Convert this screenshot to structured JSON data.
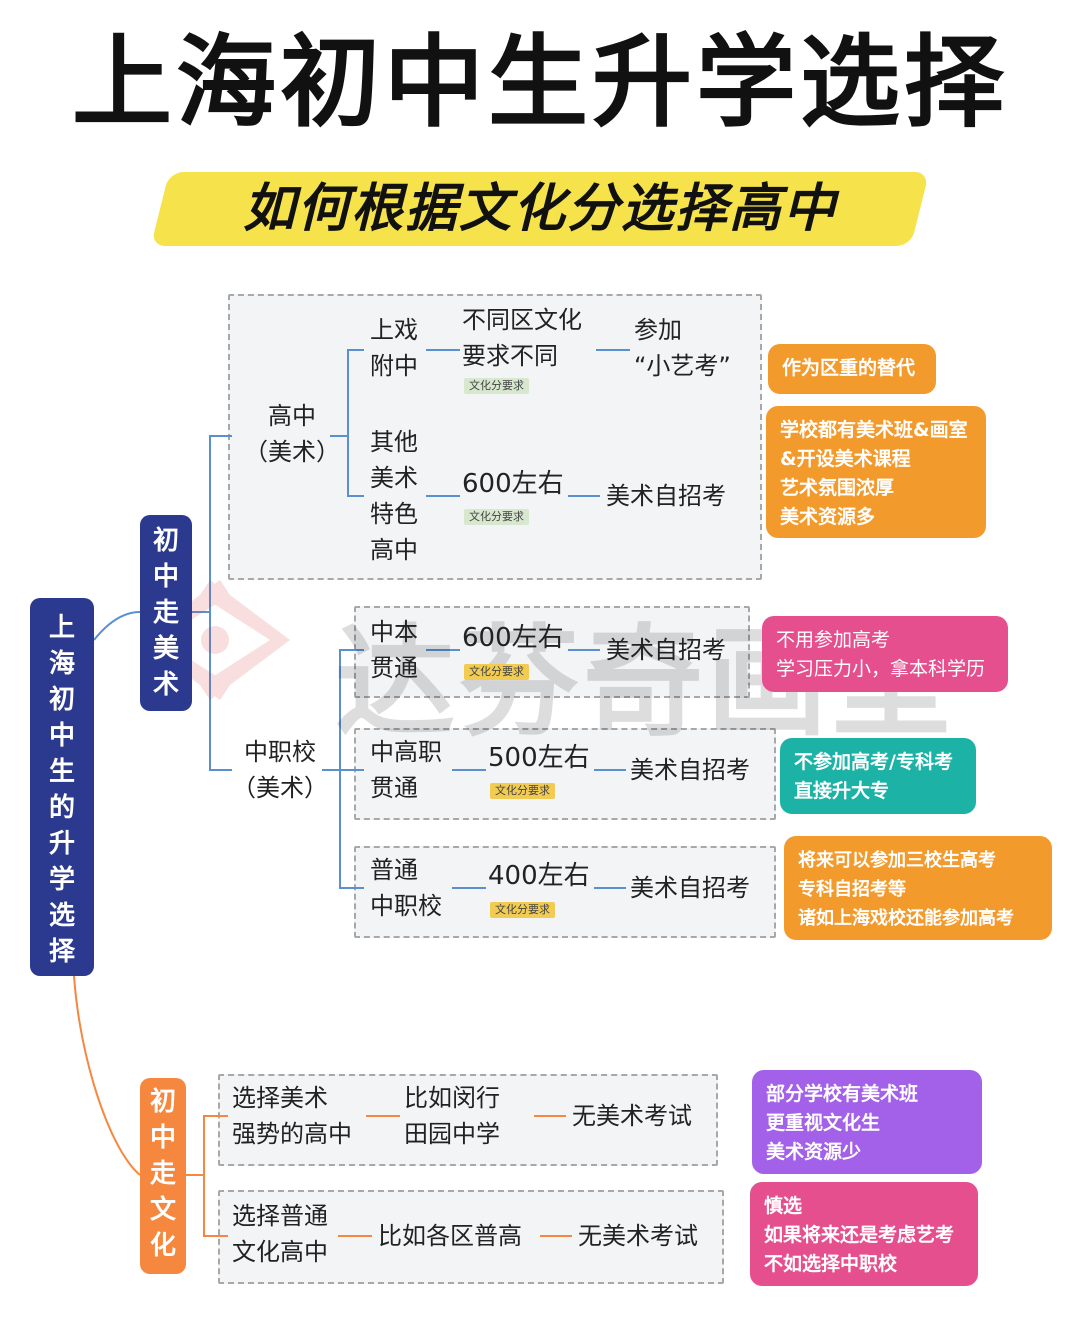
{
  "title": "上海初中生升学选择",
  "subtitle": "如何根据文化分选择高中",
  "watermark": "达芬奇画室",
  "root": "上海初中生的升学选择",
  "art_branch": "初中走美术",
  "culture_branch": "初中走文化",
  "art": {
    "highschool": "高中\n（美术）",
    "vocational": "中职校\n（美术）",
    "shangxi": {
      "name": "上戏\n附中",
      "score": "不同区文化\n要求不同",
      "tag": "文化分要求",
      "exam": "参加\n“小艺考”",
      "note": "作为区重的替代"
    },
    "other": {
      "name": "其他\n美术\n特色\n高中",
      "score": "600左右",
      "tag": "文化分要求",
      "exam": "美术自招考",
      "note": "学校都有美术班&画室\n&开设美术课程\n艺术氛围浓厚\n美术资源多"
    },
    "zhongben": {
      "name": "中本\n贯通",
      "score": "600左右",
      "tag": "文化分要求",
      "exam": "美术自招考",
      "note": "不用参加高考\n学习压力小，拿本科学历"
    },
    "zhonggao": {
      "name": "中高职\n贯通",
      "score": "500左右",
      "tag": "文化分要求",
      "exam": "美术自招考",
      "note": "不参加高考/专科考\n直接升大专"
    },
    "putong": {
      "name": "普通\n中职校",
      "score": "400左右",
      "tag": "文化分要求",
      "exam": "美术自招考",
      "note": "将来可以参加三校生高考\n专科自招考等\n诸如上海戏校还能参加高考"
    }
  },
  "culture": {
    "strong": {
      "name": "选择美术\n强势的高中",
      "example": "比如闵行\n田园中学",
      "exam": "无美术考试",
      "note": "部分学校有美术班\n更重视文化生\n美术资源少"
    },
    "normal": {
      "name": "选择普通\n文化高中",
      "example": "比如各区普高",
      "exam": "无美术考试",
      "note": "慎选\n如果将来还是考虑艺考\n不如选择中职校"
    }
  },
  "colors": {
    "navy": "#2b3a8f",
    "orange": "#f5873f",
    "blue_line": "#5a8fd0",
    "card_orange": "#f39a2c",
    "card_pink": "#e64f8e",
    "card_teal": "#1db2a6",
    "card_purple": "#a261e8",
    "subtitle_bg": "#f6e24a"
  }
}
